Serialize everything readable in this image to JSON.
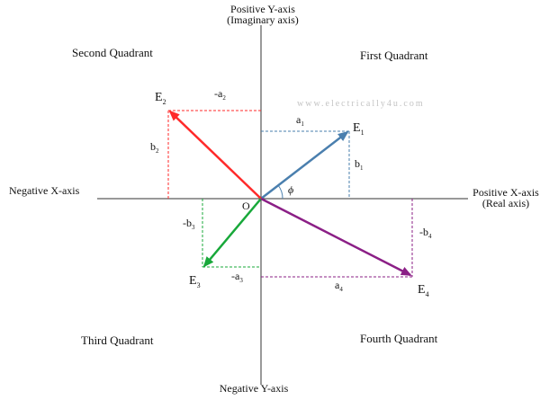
{
  "axes": {
    "positive_y": [
      "Positive Y-axis",
      "(Imaginary axis)"
    ],
    "negative_y": "Negative Y-axis",
    "negative_x": "Negative X-axis",
    "positive_x": [
      "Positive X-axis",
      "(Real axis)"
    ],
    "origin": "O"
  },
  "quadrants": {
    "second": "Second Quadrant",
    "first": "First Quadrant",
    "third": "Third Quadrant",
    "fourth": "Fourth Quadrant"
  },
  "watermark": "www.electrically4u.com",
  "angle_symbol": "ϕ",
  "vectors": {
    "e1": {
      "name": "E",
      "sub": "1",
      "color": "#4a7fae"
    },
    "e2": {
      "name": "E",
      "sub": "2",
      "color": "#ff2a2a"
    },
    "e3": {
      "name": "E",
      "sub": "3",
      "color": "#18a83a"
    },
    "e4": {
      "name": "E",
      "sub": "4",
      "color": "#8b1f86"
    }
  },
  "components": {
    "a1": {
      "name": "a",
      "sub": "1"
    },
    "b1": {
      "name": "b",
      "sub": "1"
    },
    "a2": {
      "name": "-a",
      "sub": "2"
    },
    "b2": {
      "name": "b",
      "sub": "2"
    },
    "b3": {
      "name": "-b",
      "sub": "3"
    },
    "a3": {
      "name": "-a",
      "sub": "3"
    },
    "b4": {
      "name": "-b",
      "sub": "4"
    },
    "a4": {
      "name": "a",
      "sub": "4"
    }
  }
}
